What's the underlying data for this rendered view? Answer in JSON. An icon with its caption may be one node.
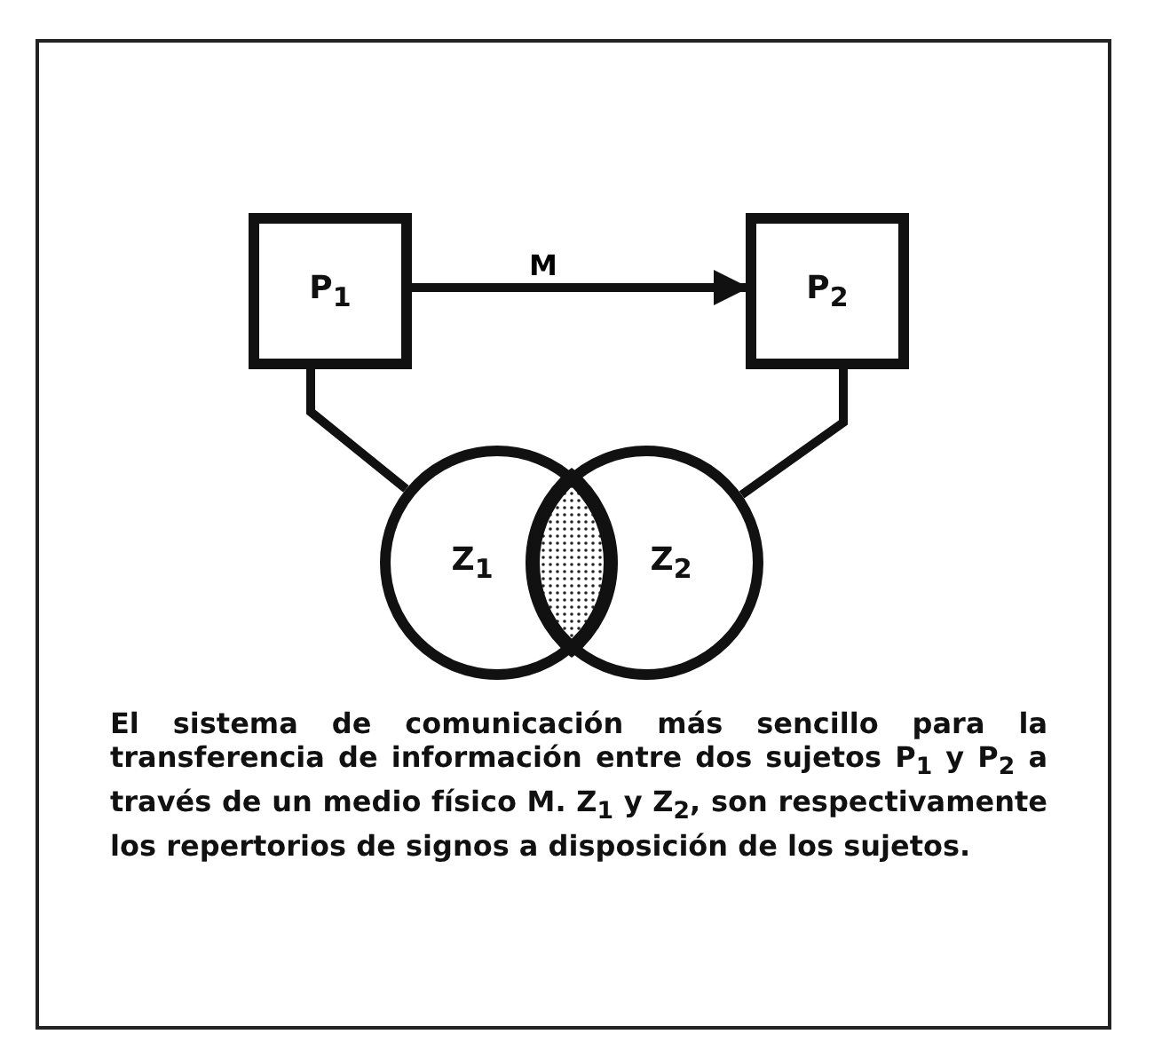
{
  "diagram": {
    "caption": "El sistema de comunicación más sencillo para la transferencia de información entre dos sujetos P$_{1}$ y P$_{2}$ a través de un medio físico M. Z$_{1}$ y Z$_{2}$, son respectivamente los repertorios de signos a disposición de los sujetos.",
    "nodes": [
      {
        "text": [
          "P$_{1}$"
        ]
      },
      {
        "text": [
          "P$_{2}$"
        ]
      },
      {
        "text": [
          "Z$_{1}$"
        ]
      },
      {
        "text": [
          "Z$_{2}$"
        ]
      },
      {
        "text": [],
        "shape": "lens"
      }
    ],
    "edges": [
      {
        "from": 0,
        "to": 1,
        "arrow": "to",
        "label": "M"
      },
      {
        "from": 0,
        "to": 2,
        "arrow": "none"
      },
      {
        "from": 1,
        "to": 3,
        "arrow": "none"
      }
    ]
  }
}
